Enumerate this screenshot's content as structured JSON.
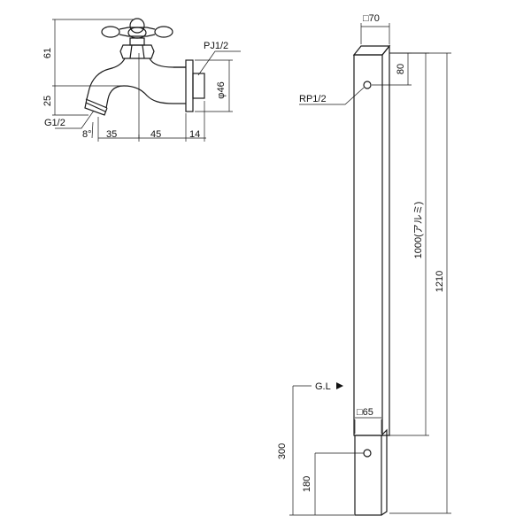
{
  "faucet": {
    "dim_height_top": "61",
    "dim_height_low": "25",
    "dim_spout": "35",
    "dim_body": "45",
    "dim_flange": "14",
    "dim_flange_dia": "φ46",
    "thread_inlet": "PJ1/2",
    "thread_outlet": "G1/2",
    "spout_angle": "8°"
  },
  "post": {
    "top_size": "□70",
    "inlet_thread": "RP1/2",
    "dim_hole_offset": "80",
    "dim_alu_length": "1000(アルミ)",
    "dim_total": "1210",
    "ground_label": "G.L",
    "base_size": "□65",
    "dim_buried": "300",
    "dim_low_hole": "180"
  }
}
